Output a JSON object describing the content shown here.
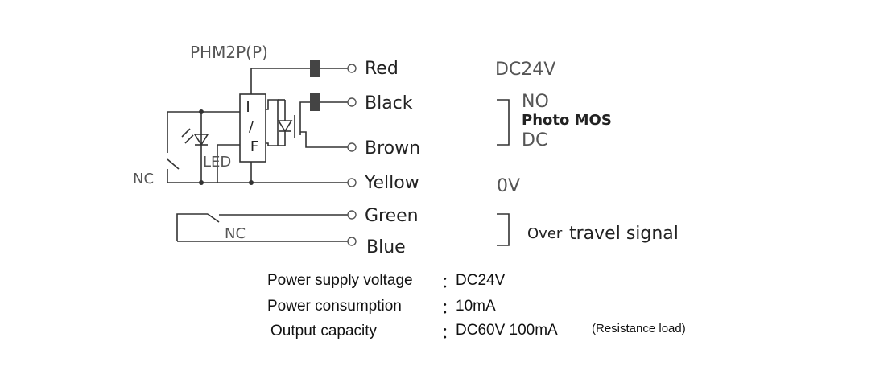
{
  "model": "PHM2P(P)",
  "wires": {
    "red": "Red",
    "black": "Black",
    "brown": "Brown",
    "yellow": "Yellow",
    "green": "Green",
    "blue": "Blue"
  },
  "internal": {
    "if_top": "I",
    "if_slash": "/",
    "if_bottom": "F",
    "led": "LED",
    "nc_left": "NC",
    "nc_switch": "NC"
  },
  "signals": {
    "dc24v": "DC24V",
    "no": "NO",
    "photo_mos": "Photo MOS",
    "dc": "DC",
    "zero_v": "0V",
    "over_word": "Over",
    "travel_signal": "travel signal"
  },
  "specs": [
    {
      "label": "Power supply voltage",
      "sep": "：",
      "value": "DC24V",
      "note": ""
    },
    {
      "label": "Power consumption",
      "sep": "：",
      "value": "10mA",
      "note": ""
    },
    {
      "label": "Output capacity",
      "sep": "：",
      "value": "DC60V 100mA",
      "note": "(Resistance load)"
    }
  ],
  "colors": {
    "line": "#333333",
    "terminal": "#555555"
  }
}
